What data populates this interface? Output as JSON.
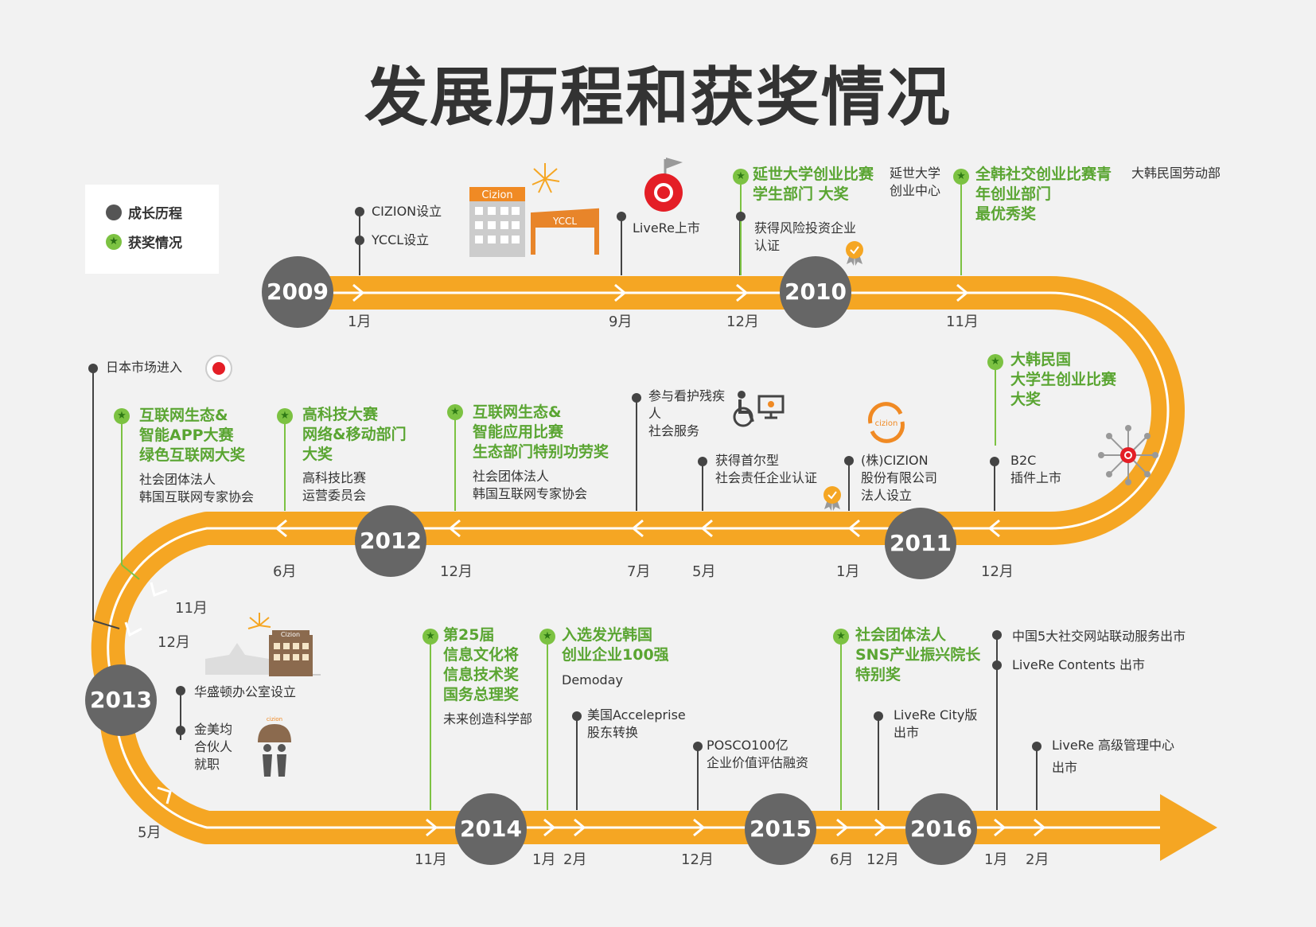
{
  "title": "发展历程和获奖情况",
  "legend": {
    "growth": "成长历程",
    "awards": "获奖情况"
  },
  "colors": {
    "road": "#f5a623",
    "year_circle": "#666666",
    "award_text": "#5aa532",
    "line_green": "#7cc242",
    "line_gray": "#444444"
  },
  "years": [
    "2009",
    "2010",
    "2011",
    "2012",
    "2013",
    "2014",
    "2015",
    "2016"
  ],
  "months": {
    "r1_1": "1月",
    "r1_2": "9月",
    "r1_3": "12月",
    "r1_4": "11月",
    "r2_1": "12月",
    "r2_2": "1月",
    "r2_3": "5月",
    "r2_4": "7月",
    "r2_5": "12月",
    "r2_6": "6月",
    "c_1": "11月",
    "c_2": "12月",
    "c_3": "5月",
    "r3_1": "11月",
    "r3_2": "1月",
    "r3_3": "2月",
    "r3_4": "12月",
    "r3_5": "6月",
    "r3_6": "12月",
    "r3_7": "1月",
    "r3_8": "2月"
  },
  "events": {
    "cizion_found": "CIZION设立",
    "yccl_found": "YCCL设立",
    "livere_launch": "LiveRe上市",
    "risk_cert": [
      "获得风险投资企业",
      "认证"
    ],
    "yonsei_center": [
      "延世大学",
      "创业中心"
    ],
    "labor_ministry": "大韩民国劳动部",
    "b2c": [
      "B2C",
      "插件上市"
    ],
    "corp_found": [
      "(株)CIZION",
      "股份有限公司",
      "法人设立"
    ],
    "seoul_cert": [
      "获得首尔型",
      "社会责任企业认证"
    ],
    "disabled_service": [
      "参与看护残疾",
      "人",
      "社会服务"
    ],
    "japan": "日本市场进入",
    "org1": [
      "社会团体法人",
      "韩国互联网专家协会"
    ],
    "org2": [
      "高科技比赛",
      "运营委员会"
    ],
    "org3": [
      "社会团体法人",
      "韩国互联网专家协会"
    ],
    "washington": "华盛顿办公室设立",
    "partner": [
      "金美均",
      "合伙人",
      "就职"
    ],
    "msip": "未来创造科学部",
    "demoday": "Demoday",
    "acceleprise": [
      "美国Acceleprise",
      "股东转换"
    ],
    "posco": [
      "POSCO100亿",
      "企业价值评估融资"
    ],
    "city": [
      "LiveRe City版",
      "出市"
    ],
    "china": "中国5大社交网站联动服务出市",
    "contents": "LiveRe Contents 出市",
    "admin": [
      "LiveRe 高级管理中心",
      "出市"
    ]
  },
  "awards": {
    "yonsei": [
      "延世大学创业比赛",
      "学生部门 大奖"
    ],
    "national": [
      "全韩社交创业比赛青",
      "年创业部门",
      "最优秀奖"
    ],
    "korea_univ": [
      "大韩民国",
      "大学生创业比赛",
      "大奖"
    ],
    "eco_app": [
      "互联网生态&",
      "智能APP大赛",
      "绿色互联网大奖"
    ],
    "hightech": [
      "高科技大赛",
      "网络&移动部门",
      "大奖"
    ],
    "eco_smart": [
      "互联网生态&",
      "智能应用比赛",
      "生态部门特别功劳奖"
    ],
    "info_culture": [
      "第25届",
      "信息文化将",
      "信息技术奖",
      "国务总理奖"
    ],
    "top100": [
      "入选发光韩国",
      "创业企业100强"
    ],
    "sns": [
      "社会团体法人",
      "SNS产业振兴院长",
      "特别奖"
    ]
  },
  "icons": {
    "logo_text": "Cizion",
    "gate_text": "YCCL",
    "badge_text": "cizion",
    "building_text": "Cizion",
    "partner_text": "cizion"
  }
}
